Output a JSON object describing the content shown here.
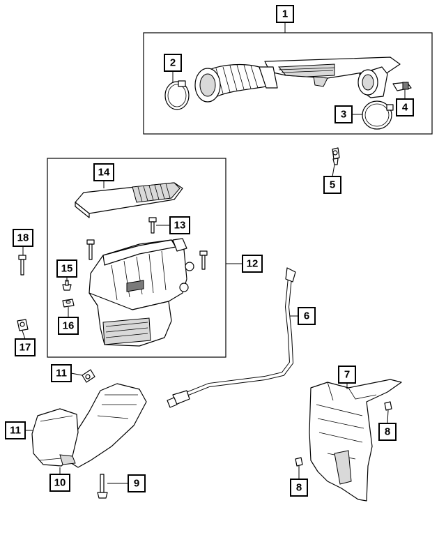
{
  "diagram": {
    "callouts": [
      {
        "id": "c1",
        "label": "1"
      },
      {
        "id": "c2",
        "label": "2"
      },
      {
        "id": "c3",
        "label": "3"
      },
      {
        "id": "c4",
        "label": "4"
      },
      {
        "id": "c5",
        "label": "5"
      },
      {
        "id": "c6",
        "label": "6"
      },
      {
        "id": "c7",
        "label": "7"
      },
      {
        "id": "c8a",
        "label": "8"
      },
      {
        "id": "c8b",
        "label": "8"
      },
      {
        "id": "c9",
        "label": "9"
      },
      {
        "id": "c10",
        "label": "10"
      },
      {
        "id": "c11a",
        "label": "11"
      },
      {
        "id": "c11b",
        "label": "11"
      },
      {
        "id": "c12",
        "label": "12"
      },
      {
        "id": "c13",
        "label": "13"
      },
      {
        "id": "c14",
        "label": "14"
      },
      {
        "id": "c15",
        "label": "15"
      },
      {
        "id": "c16",
        "label": "16"
      },
      {
        "id": "c17",
        "label": "17"
      },
      {
        "id": "c18",
        "label": "18"
      }
    ]
  }
}
